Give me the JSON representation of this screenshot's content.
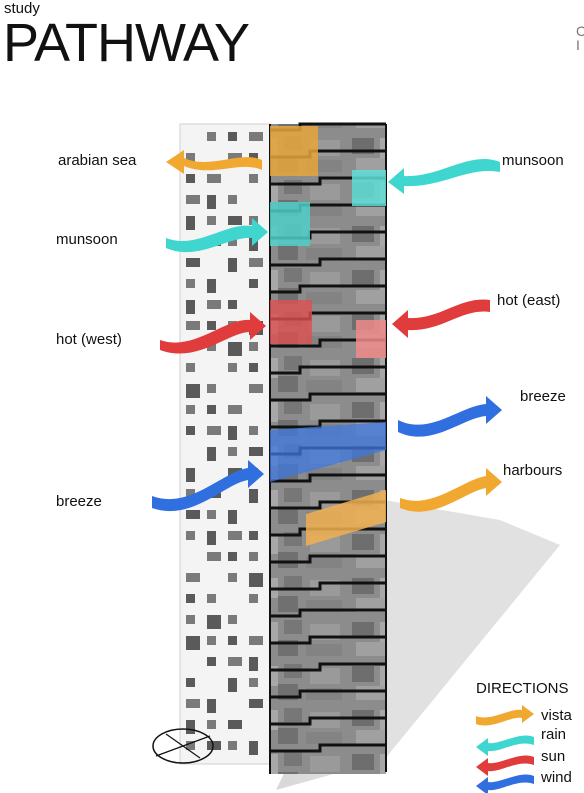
{
  "header": {
    "study": "study",
    "title": "PATHWAY"
  },
  "labels": {
    "arabian_sea": "arabian sea",
    "munsoon_right": "munsoon",
    "munsoon_left": "munsoon",
    "hot_west": "hot (west)",
    "hot_east": "hot (east)",
    "breeze_right": "breeze",
    "breeze_left": "breeze",
    "harbours": "harbours"
  },
  "legend": {
    "title": "DIRECTIONS",
    "items": [
      {
        "label": "vista",
        "color": "#f0a830"
      },
      {
        "label": "rain",
        "color": "#3fd6d0"
      },
      {
        "label": "sun",
        "color": "#e03c3c"
      },
      {
        "label": "wind",
        "color": "#2f6fe0"
      }
    ]
  },
  "colors": {
    "vista": "#f0a830",
    "rain": "#3fd6d0",
    "sun": "#e03c3c",
    "wind": "#2f6fe0"
  }
}
